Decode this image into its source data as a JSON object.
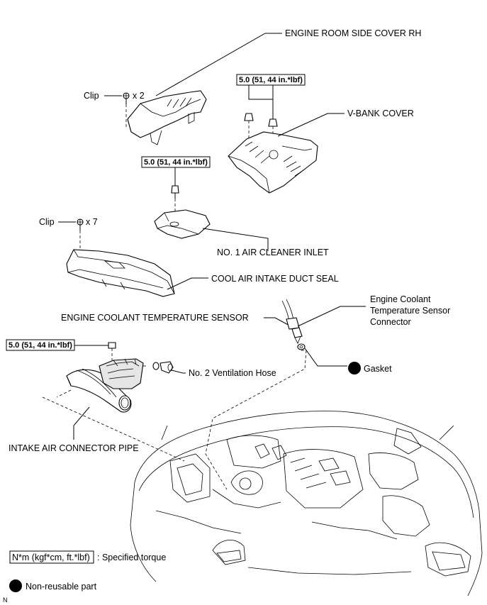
{
  "labels": {
    "engine_room_side_cover": "ENGINE ROOM SIDE COVER RH",
    "clip_top": "Clip",
    "clip_top_qty": "x 2",
    "v_bank_cover": "V-BANK COVER",
    "air_cleaner_inlet": "NO. 1 AIR CLEANER INLET",
    "clip_mid": "Clip",
    "clip_mid_qty": "x 7",
    "cool_air_seal": "COOL AIR INTAKE DUCT SEAL",
    "coolant_sensor": "ENGINE COOLANT TEMPERATURE SENSOR",
    "coolant_connector_1": "Engine Coolant",
    "coolant_connector_2": "Temperature Sensor",
    "coolant_connector_3": "Connector",
    "gasket": "Gasket",
    "ventilation_hose": "No. 2 Ventilation Hose",
    "intake_pipe": "INTAKE AIR CONNECTOR PIPE"
  },
  "torque": {
    "v_bank": "5.0 (51, 44 in.*lbf)",
    "air_cleaner": "5.0 (51, 44 in.*lbf)",
    "intake_pipe": "5.0 (51, 44 in.*lbf)"
  },
  "legend": {
    "torque_unit": "N*m (kgf*cm, ft.*lbf)",
    "torque_desc": ": Specified torque",
    "non_reusable": "Non-reusable part"
  },
  "corner_mark": "N"
}
